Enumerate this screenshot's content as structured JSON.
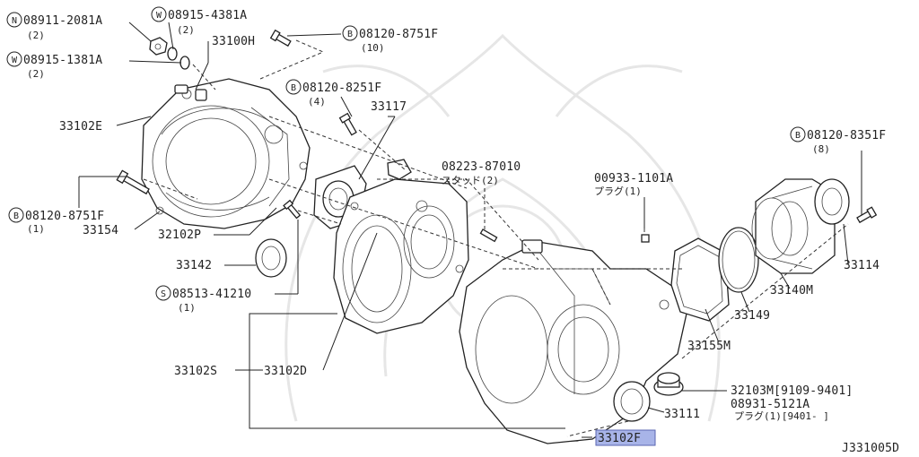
{
  "diagram_code": "J331005D",
  "callouts": {
    "nut_08911": {
      "prefix": "N",
      "part": "08911-2081A",
      "qty": "(2)"
    },
    "washer_08915_4381": {
      "prefix": "W",
      "part": "08915-4381A",
      "qty": "(2)"
    },
    "washer_08915_1381": {
      "prefix": "W",
      "part": "08915-1381A",
      "qty": "(2)"
    },
    "bolt_08120_8751_top": {
      "prefix": "B",
      "part": "08120-8751F",
      "qty": "(10)"
    },
    "bolt_08120_8251": {
      "prefix": "B",
      "part": "08120-8251F",
      "qty": "(4)"
    },
    "bolt_08120_8751_left": {
      "prefix": "B",
      "part": "08120-8751F",
      "qty": "(1)"
    },
    "bolt_08120_8351": {
      "prefix": "B",
      "part": "08120-8351F",
      "qty": "(8)"
    },
    "seal_08513": {
      "prefix": "S",
      "part": "08513-41210",
      "qty": "(1)"
    },
    "p33100H": "33100H",
    "p33102E": "33102E",
    "p33117": "33117",
    "p33154": "33154",
    "p32102P": "32102P",
    "p33142": "33142",
    "p33102S": "33102S",
    "p33102D": "33102D",
    "p08223": "08223-87010",
    "p08223_note": "スタッド(2)",
    "p00933": "00933-1101A",
    "p00933_note": "プラグ(1)",
    "p33114": "33114",
    "p33140M": "33140M",
    "p33149": "33149",
    "p33155M": "33155M",
    "p32103M": "32103M[9109-9401]",
    "p08931": "08931-5121A",
    "p08931_note": "プラグ(1)[9401-   ]",
    "p33111": "33111",
    "p33102F": "33102F"
  },
  "highlighted_part": "33102F"
}
